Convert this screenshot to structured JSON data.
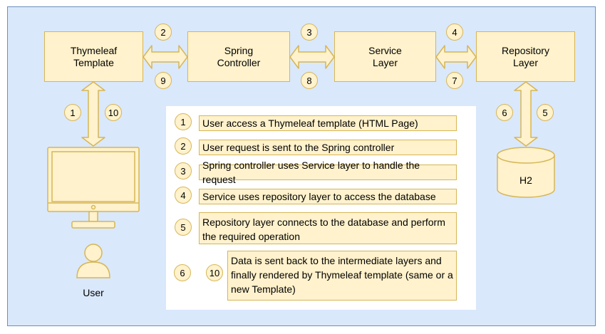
{
  "boxes": {
    "thymeleaf": "Thymeleaf\nTemplate",
    "controller": "Spring\nController",
    "service": "Service\nLayer",
    "repository": "Repository\nLayer"
  },
  "db_label": "H2",
  "user_label": "User",
  "steps": {
    "s2": "2",
    "s9": "9",
    "s3": "3",
    "s8": "8",
    "s4": "4",
    "s7": "7",
    "s1": "1",
    "s10": "10",
    "s6": "6",
    "s5": "5"
  },
  "legend": [
    {
      "num": "1",
      "text": "User access a Thymeleaf template (HTML Page)"
    },
    {
      "num": "2",
      "text": "User request is sent to the Spring controller"
    },
    {
      "num": "3",
      "text": "Spring controller uses Service layer to handle the request"
    },
    {
      "num": "4",
      "text": "Service uses repository layer to access the database"
    },
    {
      "num": "5",
      "text": "Repository layer connects to the database and perform the required operation"
    },
    {
      "num_a": "6",
      "num_b": "10",
      "text": "Data is sent back to the intermediate layers and finally rendered by Thymeleaf template (same or a new Template)"
    }
  ],
  "colors": {
    "panel": "#dae8fc",
    "node_fill": "#fff2cc",
    "node_stroke": "#d6b656"
  }
}
